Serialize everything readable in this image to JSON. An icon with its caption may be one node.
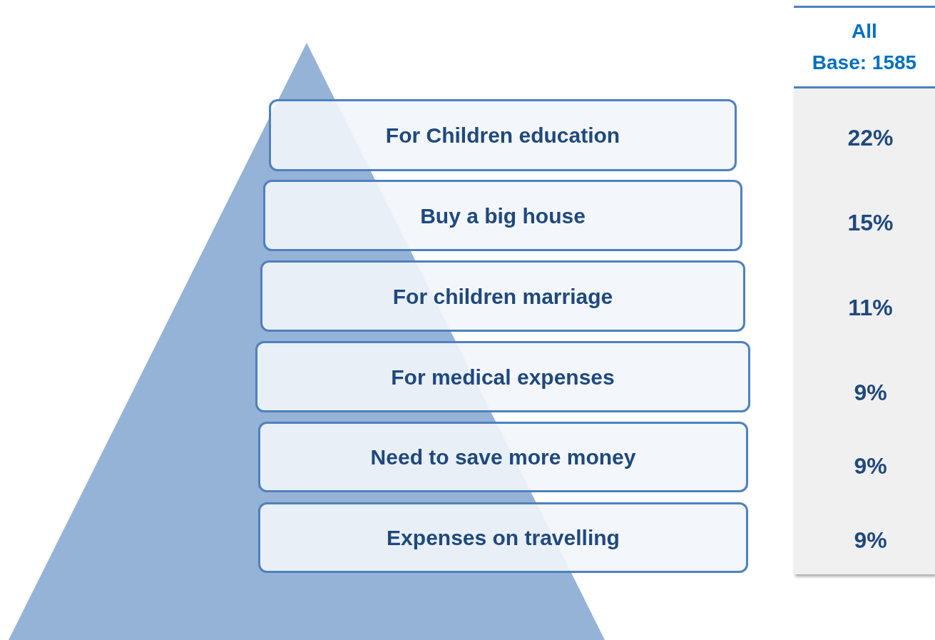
{
  "diagram": {
    "nodes": [
      {
        "text": [
          "For Children education"
        ]
      },
      {
        "text": [
          "Buy a big house"
        ]
      },
      {
        "text": [
          "For children marriage"
        ]
      },
      {
        "text": [
          "For medical expenses"
        ]
      },
      {
        "text": [
          "Need to save more money"
        ]
      },
      {
        "text": [
          "Expenses on travelling"
        ]
      }
    ],
    "labels": [
      "All",
      "Base: 1585",
      "22%",
      "15%",
      "11%",
      "9%",
      "9%",
      "9%"
    ]
  }
}
